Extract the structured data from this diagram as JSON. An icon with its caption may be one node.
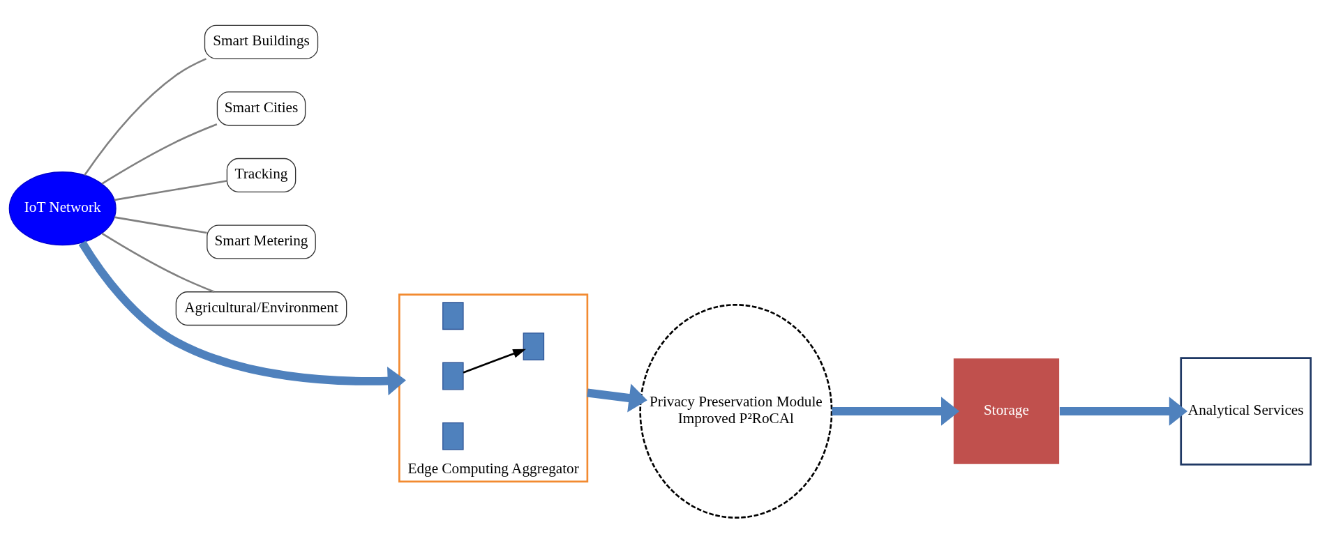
{
  "diagram": {
    "nodes": [
      {
        "text": [
          "IoT Network"
        ]
      },
      {
        "text": [
          "Smart Buildings"
        ]
      },
      {
        "text": [
          "Smart Cities"
        ]
      },
      {
        "text": [
          "Tracking"
        ]
      },
      {
        "text": [
          "Smart Metering"
        ]
      },
      {
        "text": [
          "Agricultural/Environment"
        ]
      },
      {
        "text": [
          "Edge Computing Aggregator"
        ]
      },
      {
        "text": [],
        "shape": "box",
        "in": 6
      },
      {
        "text": [],
        "shape": "box",
        "in": 6
      },
      {
        "text": [],
        "shape": "box",
        "in": 6
      },
      {
        "text": [],
        "shape": "box",
        "in": 6
      },
      {
        "text": [
          "Privacy Preservation Module",
          "Improved P²RoCAl"
        ]
      },
      {
        "text": [
          "Storage"
        ]
      },
      {
        "text": [
          "Analytical Services"
        ]
      }
    ],
    "edges": [
      {
        "from": 0,
        "to": 1,
        "arrow": "none"
      },
      {
        "from": 0,
        "to": 2,
        "arrow": "none"
      },
      {
        "from": 0,
        "to": 3,
        "arrow": "none"
      },
      {
        "from": 0,
        "to": 4,
        "arrow": "none"
      },
      {
        "from": 0,
        "to": 5,
        "arrow": "none"
      },
      {
        "from": 0,
        "to": 6,
        "arrow": "to",
        "style": "thick",
        "color": "#4f81bd"
      },
      {
        "from": 8,
        "to": 10,
        "arrow": "to",
        "color": "#000000"
      },
      {
        "from": 6,
        "to": 11,
        "arrow": "to",
        "style": "thick",
        "color": "#4f81bd"
      },
      {
        "from": 11,
        "to": 12,
        "arrow": "to",
        "style": "thick",
        "color": "#4f81bd"
      },
      {
        "from": 12,
        "to": 13,
        "arrow": "to",
        "style": "thick",
        "color": "#4f81bd"
      }
    ]
  }
}
